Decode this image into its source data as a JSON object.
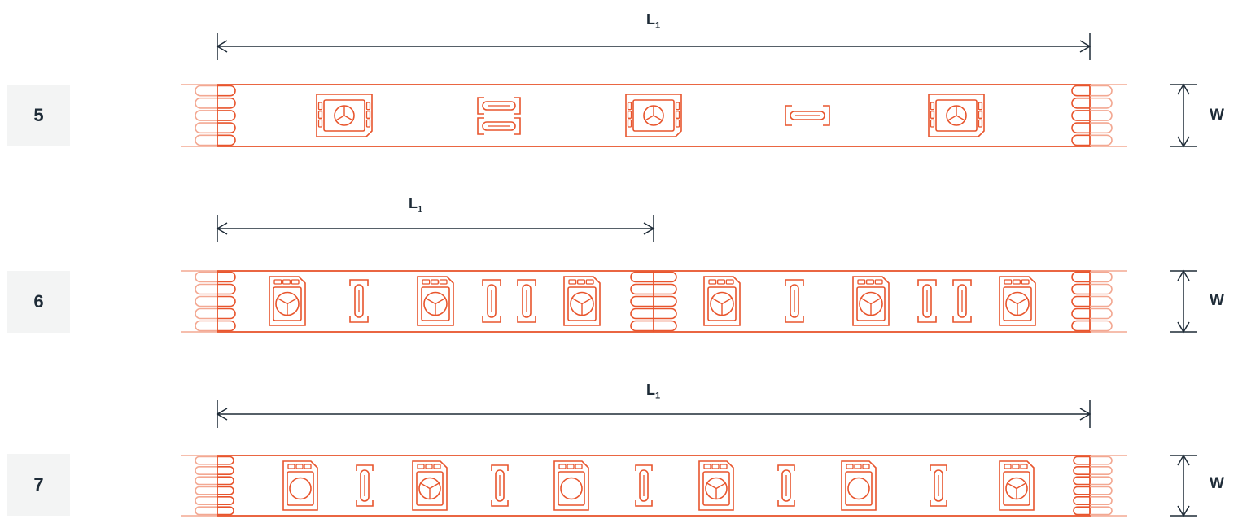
{
  "colors": {
    "strip": "#e8552d",
    "strip_light": "#f3a892",
    "dimension": "#1e2b37",
    "badge_bg": "#f3f4f4"
  },
  "rows": [
    {
      "number": "5",
      "length_label": "L",
      "length_sub": "1",
      "width_label": "W"
    },
    {
      "number": "6",
      "length_label": "L",
      "length_sub": "1",
      "width_label": "W"
    },
    {
      "number": "7",
      "length_label": "L",
      "length_sub": "1",
      "width_label": "W"
    }
  ]
}
